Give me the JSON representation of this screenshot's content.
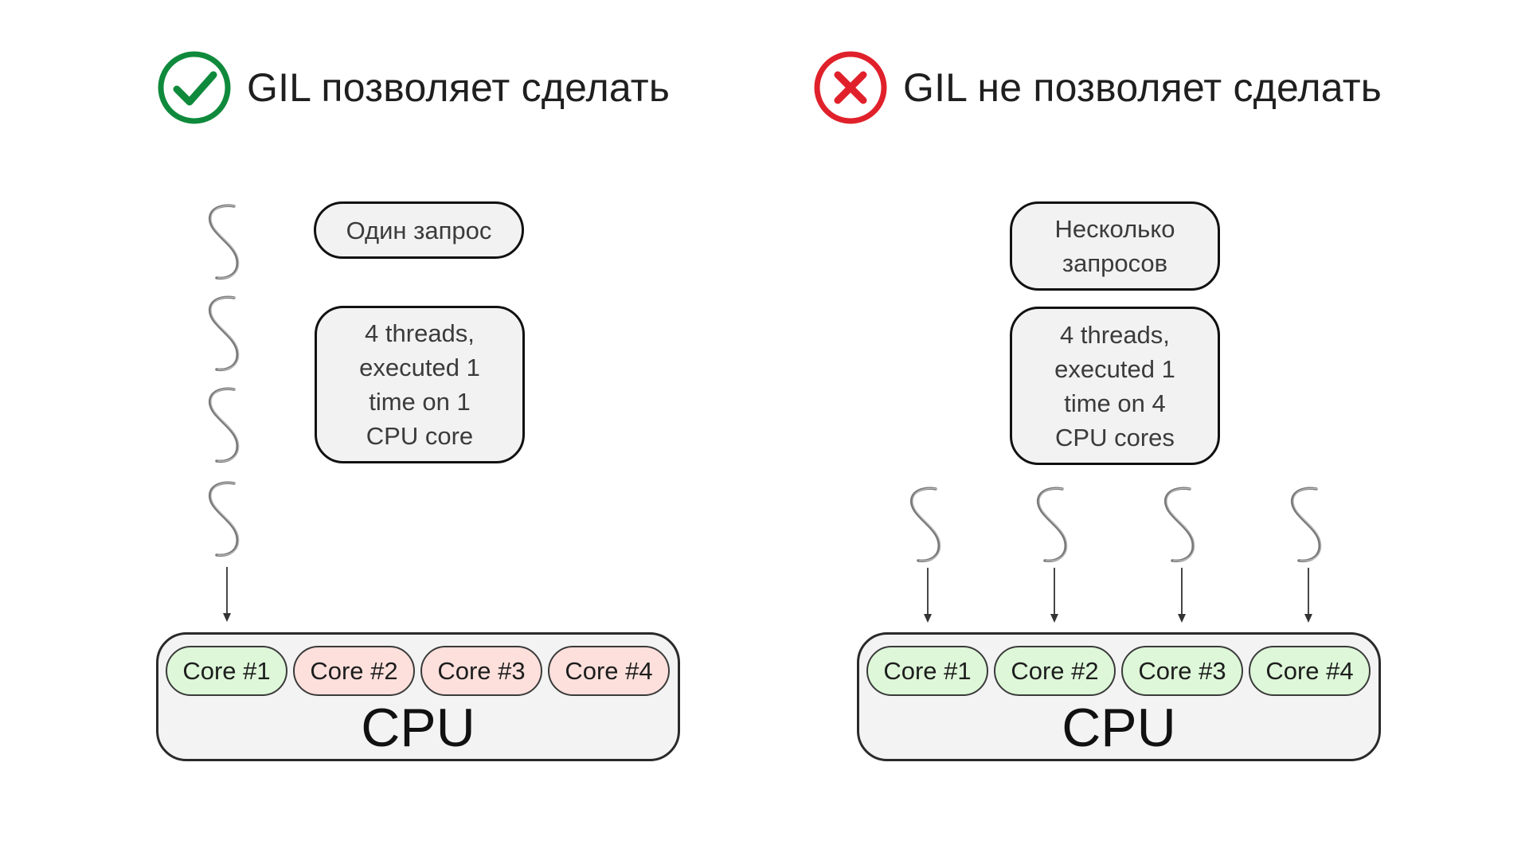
{
  "allowed_panel": {
    "status_icon": "check-circle-icon",
    "status_color": "#0f8a3c",
    "heading": "GIL позволяет сделать",
    "request_label": "Один запрос",
    "threads_label": "4 threads,\nexecuted 1\ntime on 1\nCPU core",
    "thread_icon": "thread-squiggle-icon",
    "cpu_label": "CPU",
    "cores": [
      {
        "label": "Core #1",
        "state": "active"
      },
      {
        "label": "Core #2",
        "state": "idle"
      },
      {
        "label": "Core #3",
        "state": "idle"
      },
      {
        "label": "Core #4",
        "state": "idle"
      }
    ]
  },
  "forbidden_panel": {
    "status_icon": "cross-circle-icon",
    "status_color": "#e0212b",
    "heading": "GIL не позволяет сделать",
    "request_label": "Несколько\nзапросов",
    "threads_label": "4 threads,\nexecuted 1\ntime on 4\nCPU cores",
    "thread_icon": "thread-squiggle-icon",
    "cpu_label": "CPU",
    "cores": [
      {
        "label": "Core #1",
        "state": "active"
      },
      {
        "label": "Core #2",
        "state": "active"
      },
      {
        "label": "Core #3",
        "state": "active"
      },
      {
        "label": "Core #4",
        "state": "active"
      }
    ]
  },
  "colors": {
    "core_active": "#ddf7d8",
    "core_idle": "#fde0dc",
    "box_fill": "#f2f2f2"
  }
}
